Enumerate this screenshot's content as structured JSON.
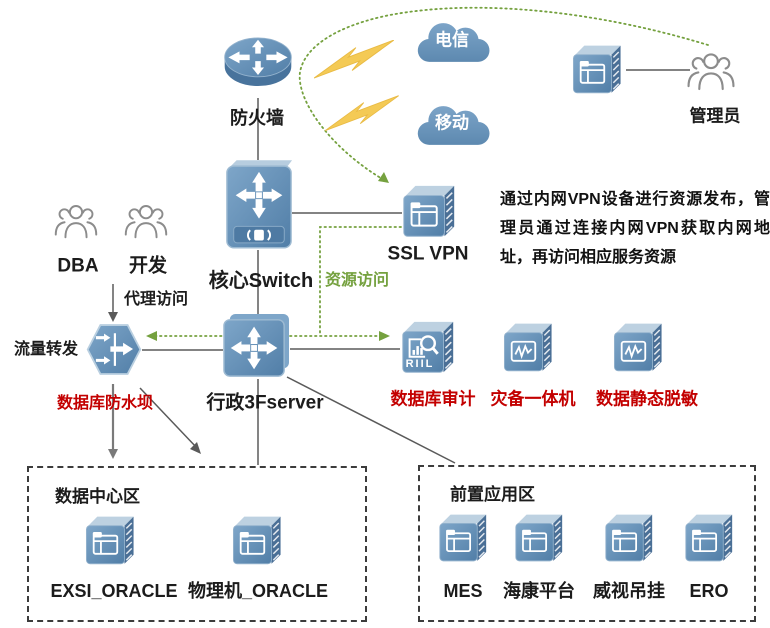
{
  "diagram": {
    "type": "network-topology",
    "colors": {
      "node_blue": "#6b93ba",
      "alert_red": "#c30000",
      "flow_green": "#75a13f",
      "line_gray": "#555555",
      "lightning_yellow": "#f4ca55"
    },
    "nodes": {
      "firewall": {
        "label": "防火墙"
      },
      "telecom_cloud": {
        "label": "电信"
      },
      "mobile_cloud": {
        "label": "移动"
      },
      "admin_user": {
        "label": "管理员"
      },
      "core_switch": {
        "label": "核心Switch"
      },
      "ssl_vpn": {
        "label": "SSL VPN"
      },
      "dba_users": {
        "label": "DBA"
      },
      "dev_users": {
        "label": "开发"
      },
      "traffic_forwarder": {
        "label": "流量转发"
      },
      "db_waterdam": {
        "label": "数据库防水坝"
      },
      "admin_3f_server": {
        "label": "行政3Fserver"
      },
      "db_audit": {
        "label": "数据库审计",
        "badge": "RIIL"
      },
      "disaster_recovery": {
        "label": "灾备一体机"
      },
      "data_masking": {
        "label": "数据静态脱敏"
      }
    },
    "edges": {
      "proxy_access_label": "代理访问",
      "resource_access_label": "资源访问"
    },
    "note": "通过内网VPN设备进行资源发布，管理员通过连接内网VPN获取内网地址，再访问相应服务资源",
    "zones": {
      "data_center": {
        "title": "数据中心区",
        "servers": [
          {
            "label": "EXSI_ORACLE"
          },
          {
            "label": "物理机_ORACLE"
          }
        ]
      },
      "front_app": {
        "title": "前置应用区",
        "servers": [
          {
            "label": "MES"
          },
          {
            "label": "海康平台"
          },
          {
            "label": "威视吊挂"
          },
          {
            "label": "ERO"
          }
        ]
      }
    }
  }
}
